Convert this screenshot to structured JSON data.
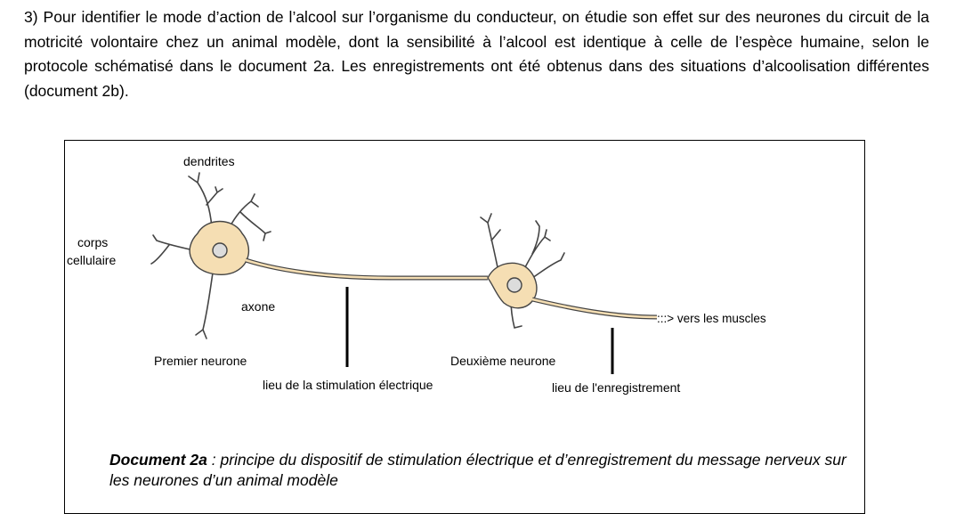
{
  "question": {
    "text": "3) Pour identifier le mode d’action de l’alcool sur l’organisme du conducteur, on étudie son effet sur des neurones du circuit de la motricité volontaire chez un animal modèle, dont la sensibilité à l’alcool est identique à celle de l’espèce humaine, selon le protocole schématisé dans le document 2a. Les enregistrements ont été obtenus dans des situations d’alcoolisation différentes (document 2b)."
  },
  "diagram": {
    "labels": {
      "dendrites": "dendrites",
      "corps_line1": "corps",
      "corps_line2": "cellulaire",
      "axone": "axone",
      "premier_neurone": "Premier neurone",
      "stimulation": "lieu de la stimulation électrique",
      "deuxieme_neurone": "Deuxième neurone",
      "enregistrement": "lieu de l'enregistrement",
      "vers_muscles": ":::> vers les muscles"
    },
    "colors": {
      "cell_fill": "#f5deb3",
      "outline": "#444444",
      "nucleus": "#dcdcdc"
    }
  },
  "caption": {
    "title": "Document 2a",
    "text": " : principe du dispositif de stimulation électrique et d’enregistrement du message nerveux sur les neurones d’un animal modèle"
  }
}
